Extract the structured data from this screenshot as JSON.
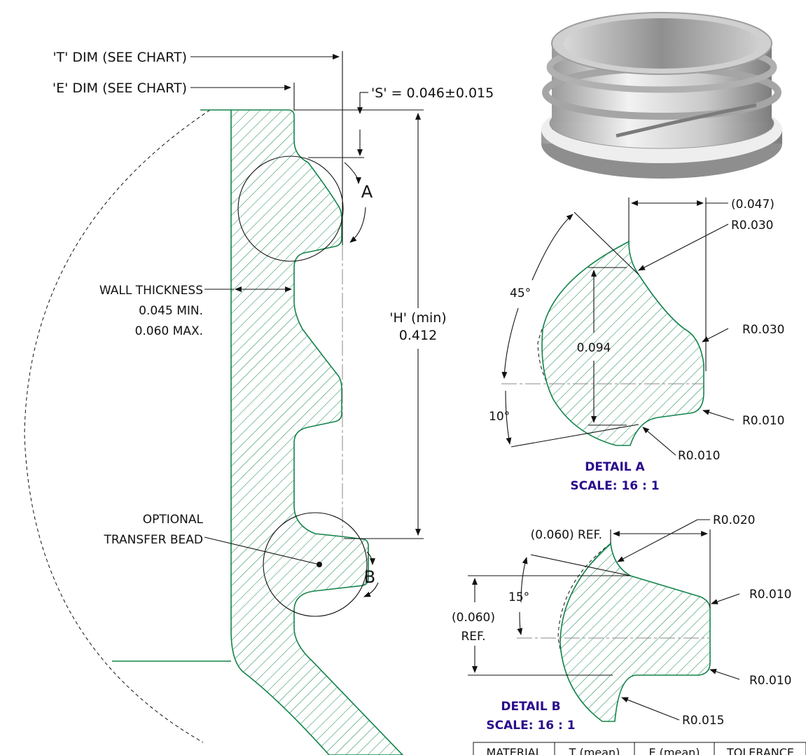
{
  "main_section": {
    "t_dim_label": "'T' DIM (SEE CHART)",
    "e_dim_label": "'E' DIM (SEE CHART)",
    "s_dim": "'S' = 0.046±0.015",
    "wall_thickness": [
      "WALL THICKNESS",
      "0.045 MIN.",
      "0.060 MAX."
    ],
    "h_dim": [
      "'H' (min)",
      "0.412"
    ],
    "transfer_bead": [
      "OPTIONAL",
      "TRANSFER BEAD"
    ],
    "callout_a": "A",
    "callout_b": "B"
  },
  "detail_a": {
    "dim_top": "(0.047)",
    "radius_top": "R0.030",
    "radius_mid": "R0.030",
    "radius_low": "R0.010",
    "radius_bottom": "R0.010",
    "angle_45": "45°",
    "angle_10": "10°",
    "height": "0.094",
    "title": "DETAIL A",
    "scale": "SCALE: 16 : 1"
  },
  "detail_b": {
    "ref_top": "(0.060) REF.",
    "radius_top": "R0.020",
    "radius_right_top": "R0.010",
    "radius_right_bottom": "R0.010",
    "radius_bottom": "R0.015",
    "angle_15": "15°",
    "ref_left": [
      "(0.060)",
      "REF."
    ],
    "title": "DETAIL B",
    "scale": "SCALE: 16 : 1"
  },
  "table": {
    "headers": [
      "MATERIAL",
      "T (mean)",
      "E (mean)",
      "TOLERANCE"
    ]
  },
  "colors": {
    "part_outline": "#12834a",
    "detail_title": "#2a0b8c"
  }
}
